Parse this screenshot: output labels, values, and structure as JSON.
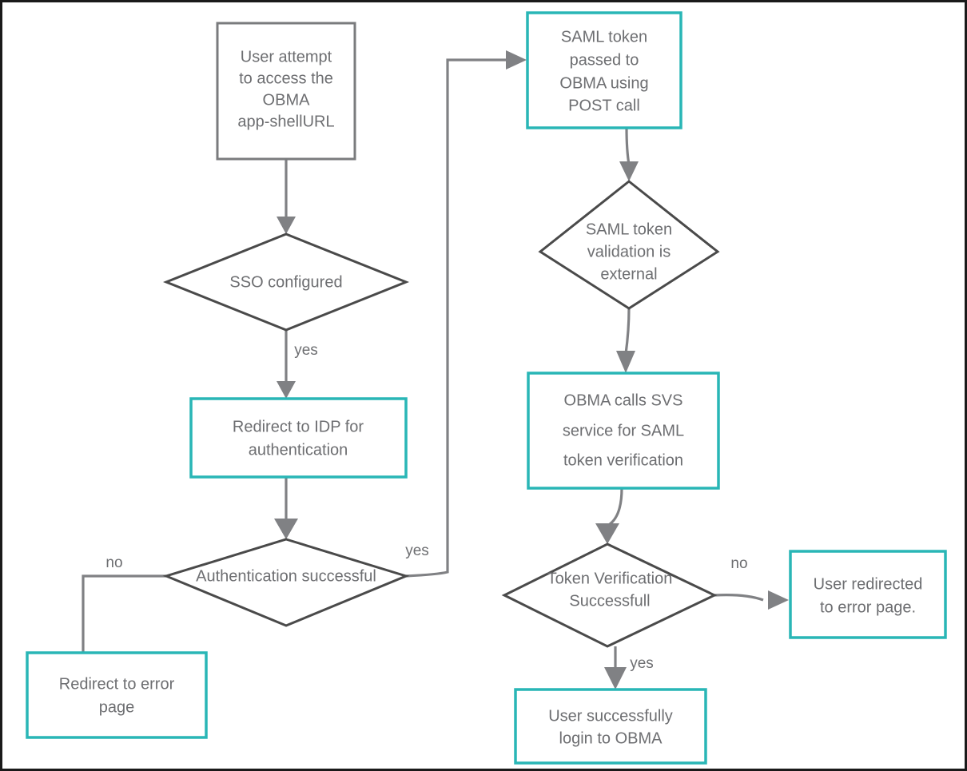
{
  "diagram": {
    "title": "OBMA SSO / SAML authentication flowchart",
    "colors": {
      "teal_border": "#29b6b6",
      "gray_border": "#7a7b7d",
      "diamond_border": "#4a4a4a",
      "text": "#6d6e71",
      "connector": "#808184",
      "frame": "#1a1a1a",
      "background": "#ffffff"
    },
    "nodes": {
      "user_attempt": {
        "shape": "process",
        "style": "gray",
        "lines": [
          "User attempt",
          "to access   the",
          "OBMA",
          "app-shellURL"
        ]
      },
      "sso_configured": {
        "shape": "decision",
        "lines": [
          "SSO configured"
        ]
      },
      "redirect_idp": {
        "shape": "process",
        "style": "teal",
        "lines": [
          "Redirect to IDP for",
          "authentication"
        ]
      },
      "auth_successful": {
        "shape": "decision",
        "lines": [
          "Authentication successful"
        ]
      },
      "redirect_error_page": {
        "shape": "process",
        "style": "teal",
        "lines": [
          "Redirect to error",
          "page"
        ]
      },
      "saml_token_posted": {
        "shape": "process",
        "style": "teal",
        "lines": [
          "SAML token",
          "passed to",
          "OBMA using",
          "POST call"
        ]
      },
      "saml_validation_external": {
        "shape": "decision",
        "lines": [
          "SAML token",
          "validation is",
          "external"
        ]
      },
      "obma_calls_svs": {
        "shape": "process",
        "style": "teal",
        "lines": [
          "OBMA calls SVS",
          "service for SAML",
          "token verification"
        ]
      },
      "token_verification": {
        "shape": "decision",
        "lines": [
          "Token Verification",
          "Successfull"
        ]
      },
      "user_redirected_error": {
        "shape": "process",
        "style": "teal",
        "lines": [
          "User redirected",
          "to error page."
        ]
      },
      "user_login_success": {
        "shape": "process",
        "style": "teal",
        "lines": [
          "User successfully",
          "login to OBMA"
        ]
      }
    },
    "edge_labels": {
      "sso_yes": "yes",
      "auth_no": "no",
      "auth_yes": "yes",
      "token_no": "no",
      "token_yes": "yes"
    }
  }
}
